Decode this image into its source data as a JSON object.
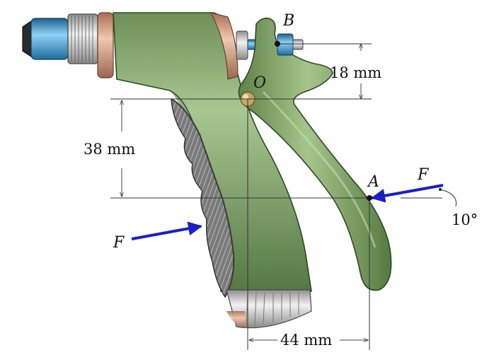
{
  "labels": {
    "point_b": "B",
    "point_o": "O",
    "point_a": "A",
    "force_right": "F",
    "force_left": "F"
  },
  "dimensions": {
    "vertical_upper": "18 mm",
    "vertical_lower": "38 mm",
    "horizontal": "44 mm",
    "angle": "10°"
  },
  "colors": {
    "body_green": "#7fa06a",
    "body_dark": "#4f6f3f",
    "grip_gray": "#6d6d6d",
    "chuck_blue": "#3a9fd8",
    "force_blue": "#1a1fc8",
    "metal": "#c9c9c9",
    "copper": "#d9a889"
  },
  "icons": {
    "pivot": "pivot-pin-icon",
    "force_arrow": "force-arrow-icon"
  }
}
